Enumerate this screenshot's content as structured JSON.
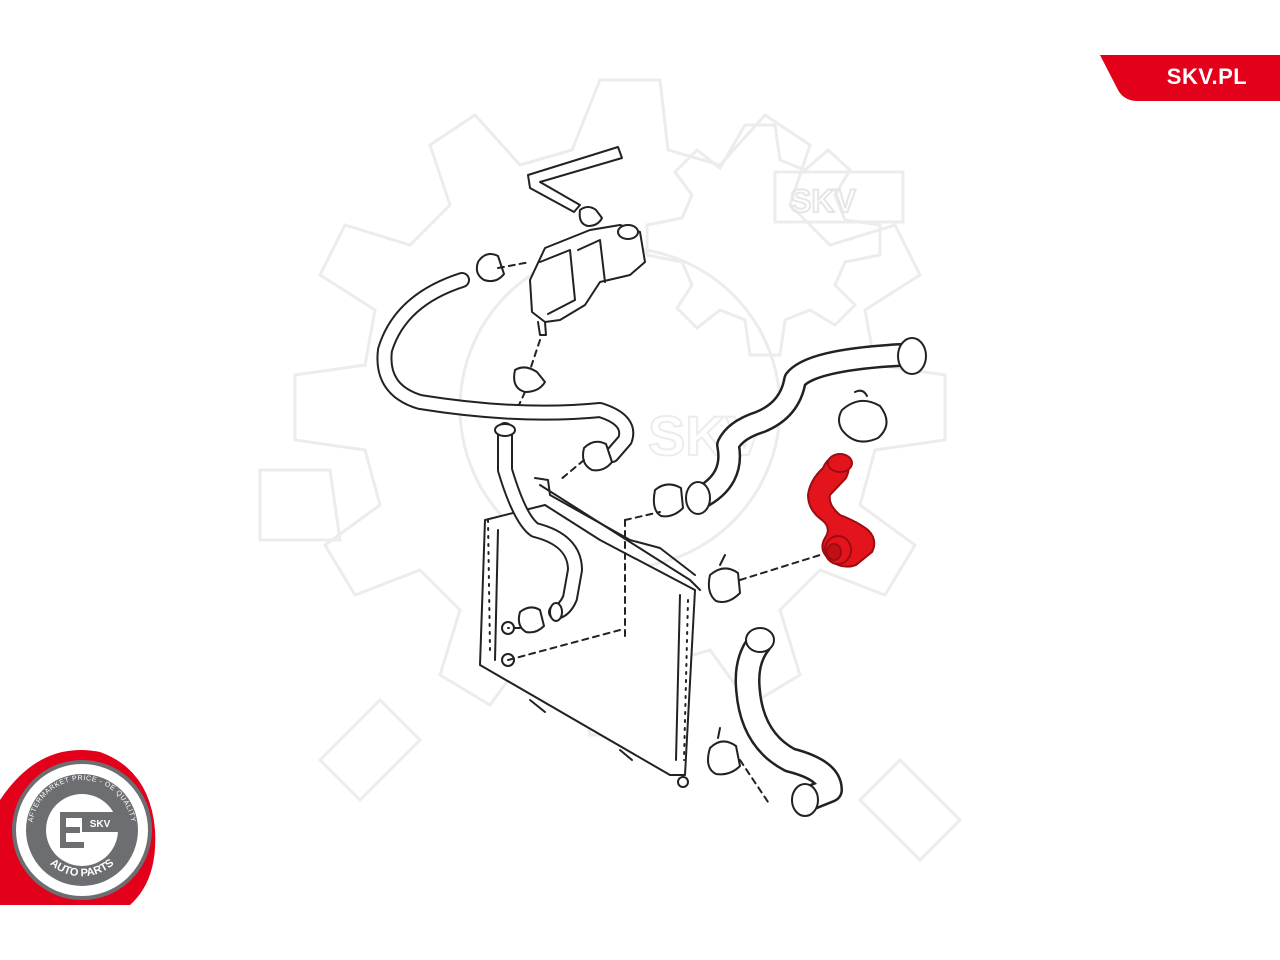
{
  "header": {
    "brand_label": "SKV.PL"
  },
  "watermark": {
    "text": "SKV",
    "color": "#ececec"
  },
  "seal": {
    "center_text": "SKV",
    "ring_top_text": "AFTERMARKET PRICE - OE QUALITY",
    "ring_bottom_text": "AUTO PARTS",
    "ring_color": "#e2001a",
    "inner_color": "#6d6e71"
  },
  "diagram": {
    "line_color": "#222222",
    "highlight_part": "radiator-hose",
    "highlight_color": "#e3141c"
  }
}
